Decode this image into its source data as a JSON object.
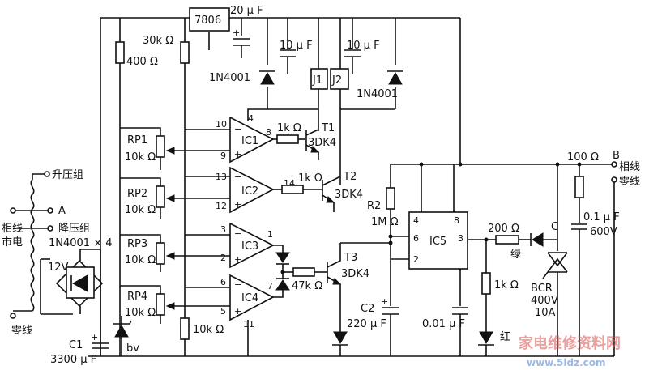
{
  "labels": {
    "reg": "7806",
    "c20": "20 μ F",
    "r30k": "30k Ω",
    "r400": "400 Ω",
    "c10a": "10 μ F",
    "c10b": "10 μ F",
    "d1": "1N4001",
    "d2": "1N4001",
    "j1": "J1",
    "j2": "J2",
    "rp1": "RP1",
    "rp1v": "10k Ω",
    "rp2": "RP2",
    "rp2v": "10k Ω",
    "rp3": "RP3",
    "rp3v": "10k Ω",
    "rp4": "RP4",
    "rp4v": "10k Ω",
    "ic1": "IC1",
    "ic2": "IC2",
    "ic3": "IC3",
    "ic4": "IC4",
    "ic5": "IC5",
    "p10": "10",
    "p4": "4",
    "p8": "8",
    "p9": "9",
    "p13": "13",
    "p14": "14",
    "p12": "12",
    "p3": "3",
    "p1": "1",
    "p2": "2",
    "p6": "6",
    "p7": "7",
    "p5": "5",
    "p11": "11",
    "ic5p4": "4",
    "ic5p8": "8",
    "ic5p6": "6",
    "ic5p3": "3",
    "ic5p2": "2",
    "r1k1": "1k Ω",
    "r1k2": "1k Ω",
    "t1": "T1",
    "t1m": "3DK4",
    "t2": "T2",
    "t2m": "3DK4",
    "t3": "T3",
    "t3m": "3DK4",
    "r2": "R2",
    "r2v": "1M Ω",
    "r47k": "47k Ω",
    "r10k": "10k Ω",
    "c2": "C2",
    "c2v": "220 μ F",
    "c001": "0.01 μ F",
    "r200": "200 Ω",
    "green": "绿",
    "red": "红",
    "r1k3": "1k Ω",
    "r100": "100 Ω",
    "c01": "0.1 μ F",
    "c01v": "600V",
    "bcr": "BCR",
    "bcrv": "400V",
    "bcra": "10A",
    "nodeB": "B",
    "nodeC": "C",
    "nodeA": "A",
    "phaseR": "相线",
    "neutralR": "零线",
    "boost": "升压组",
    "buck": "降压组",
    "phaseL": "相线",
    "mains": "市电",
    "bridge": "1N4001 × 4",
    "v12": "12V",
    "neutralL": "零线",
    "c1": "C1",
    "c1v": "3300 μ F",
    "dz": "bv",
    "wm1": "家电维修资料网",
    "wm2": "www.5ldz.com"
  }
}
